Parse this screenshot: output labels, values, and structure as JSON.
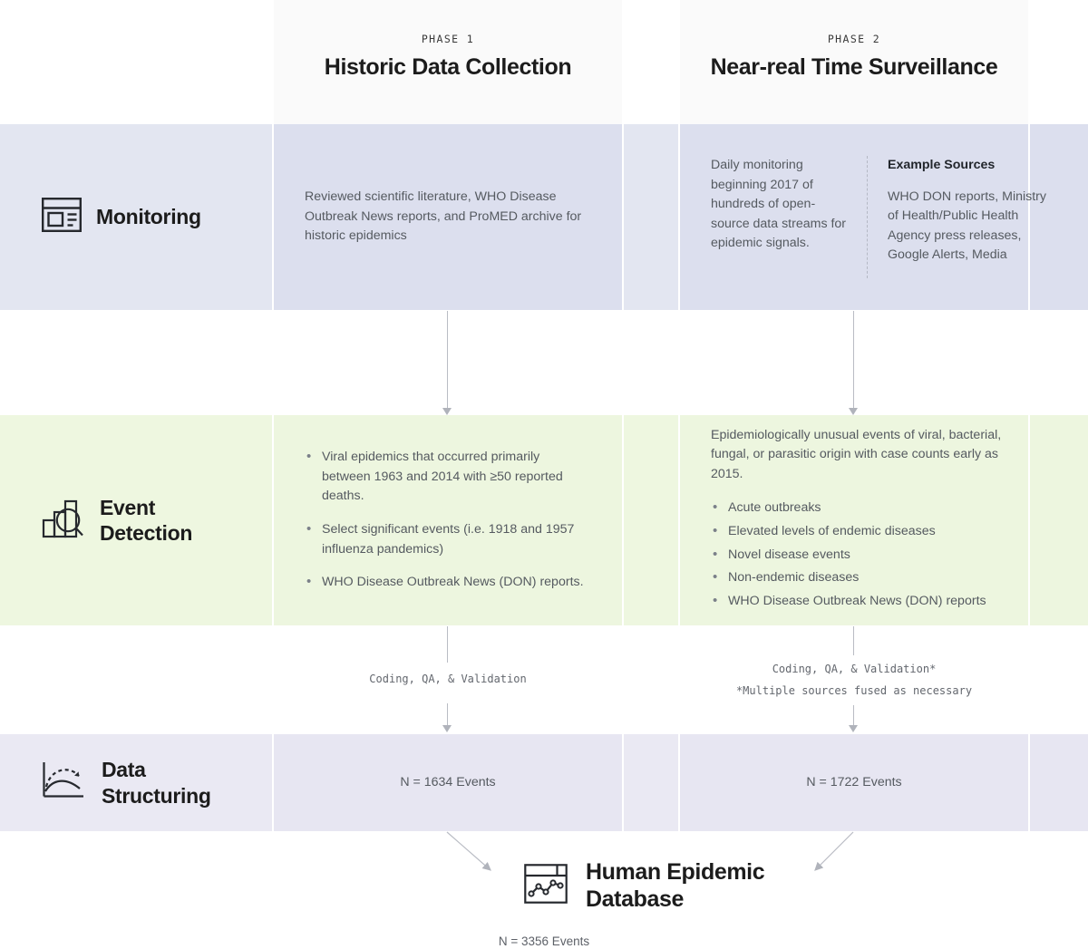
{
  "colors": {
    "header_bg": "#fafafa",
    "monitoring_band": "#e3e6f1",
    "monitoring_band_alt": "#dcdfee",
    "event_band": "#eef7e0",
    "event_band_alt": "#edf6df",
    "data_band": "#eae9f3",
    "data_band_alt": "#e7e6f2",
    "connector": "#b9bcc4",
    "text_body": "#555a60",
    "text_heading": "#1c1c1c",
    "divider_dashed": "#b4b8c4"
  },
  "phases": [
    {
      "kicker": "PHASE 1",
      "title": "Historic Data Collection"
    },
    {
      "kicker": "PHASE 2",
      "title": "Near-real Time Surveillance"
    }
  ],
  "rows": [
    {
      "id": "monitoring",
      "label": "Monitoring",
      "icon": "document-layout-icon",
      "phase1": {
        "paragraphs": [
          "Reviewed scientific literature, WHO Disease Outbreak News reports, and ProMED archive for historic epidemics"
        ]
      },
      "phase2": {
        "left_text": "Daily monitoring beginning 2017 of hundreds of open-source data streams for epidemic signals.",
        "right_title": "Example Sources",
        "right_text": "WHO DON reports, Ministry of Health/Public Health Agency press releases, Google Alerts, Media"
      }
    },
    {
      "id": "event-detection",
      "label": "Event Detection",
      "icon": "bar-chart-magnifier-icon",
      "phase1": {
        "bullets": [
          "Viral epidemics that occurred primarily between 1963 and 2014 with ≥50 reported deaths.",
          "Select significant events (i.e. 1918 and 1957 influenza pandemics)",
          "WHO Disease Outbreak News (DON) reports."
        ]
      },
      "phase2": {
        "intro": "Epidemiologically unusual events of viral, bacterial, fungal, or parasitic origin with case counts early as 2015.",
        "bullets": [
          "Acute outbreaks",
          "Elevated levels of endemic diseases",
          "Novel disease events",
          "Non-endemic diseases",
          "WHO Disease Outbreak News (DON) reports"
        ]
      }
    },
    {
      "id": "data-structuring",
      "label": "Data Structuring",
      "icon": "epidemic-curve-icon",
      "phase1": {
        "count": "N = 1634 Events"
      },
      "phase2": {
        "count": "N = 1722 Events"
      }
    }
  ],
  "connectors": {
    "phase1_validation": "Coding, QA, & Validation",
    "phase2_validation": "Coding, QA, & Validation*",
    "phase2_validation_note": "*Multiple sources fused as necessary"
  },
  "final": {
    "icon": "browser-line-chart-icon",
    "title_line1": "Human Epidemic",
    "title_line2": "Database",
    "count": "N = 3356 Events"
  }
}
